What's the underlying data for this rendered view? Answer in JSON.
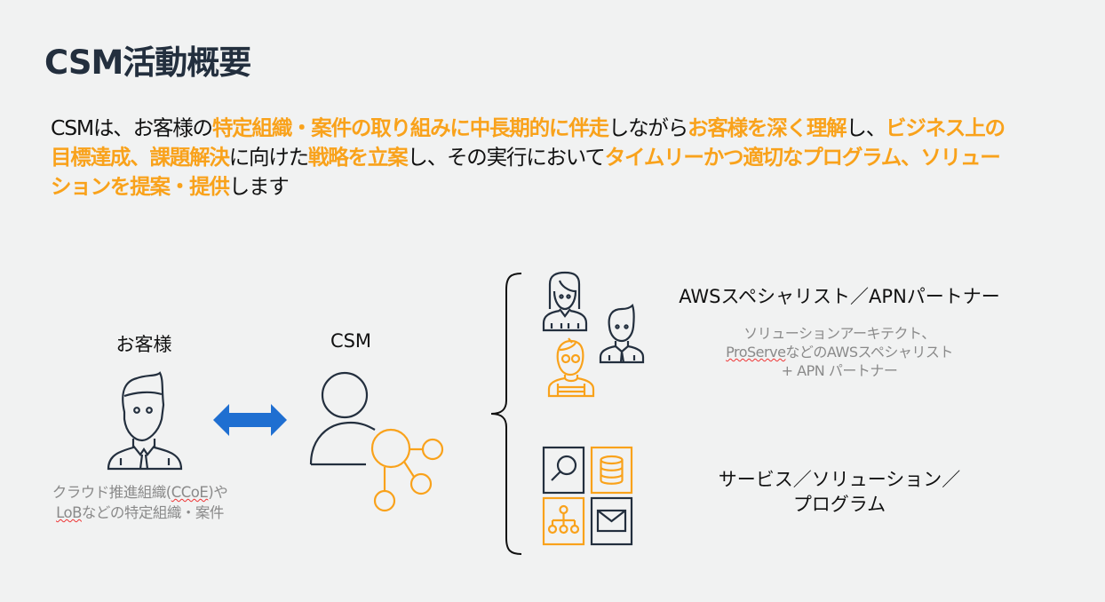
{
  "slide": {
    "title": "CSM活動概要",
    "body_segments": [
      {
        "text": "CSMは、お客様の",
        "highlight": false
      },
      {
        "text": "特定組織・案件の取り組みに中長期的に伴走",
        "highlight": true
      },
      {
        "text": "しながら",
        "highlight": false
      },
      {
        "text": "お客様を深く理解",
        "highlight": true
      },
      {
        "text": "し、",
        "highlight": false
      },
      {
        "text": "ビジネス上の目標達成、課題解決",
        "highlight": true
      },
      {
        "text": "に向けた",
        "highlight": false
      },
      {
        "text": "戦略を立案",
        "highlight": true
      },
      {
        "text": "し、その実行において",
        "highlight": false
      },
      {
        "text": "タイムリーかつ適切なプログラム、ソリューションを提案・提供",
        "highlight": true
      },
      {
        "text": "します",
        "highlight": false
      }
    ]
  },
  "customer": {
    "label": "お客様",
    "desc_line1_a": "クラウド推進組織(",
    "desc_line1_b": "CCoE",
    "desc_line1_c": ")や",
    "desc_line2_a": "LoB",
    "desc_line2_b": "などの特定組織・案件"
  },
  "csm": {
    "label": "CSM"
  },
  "specialists": {
    "label": "AWSスペシャリスト／APNパートナー",
    "desc_line1": "ソリューションアーキテクト、",
    "desc_line2_a": "ProServe",
    "desc_line2_b": "などのAWSスペシャリスト",
    "desc_line3": "+  APN パートナー"
  },
  "services": {
    "label_line1": "サービス／ソリューション／",
    "label_line2": "プログラム"
  },
  "colors": {
    "navy": "#232f3e",
    "orange": "#f9a21b",
    "arrow_blue": "#1f6fd1",
    "background": "#f1f2f2"
  }
}
